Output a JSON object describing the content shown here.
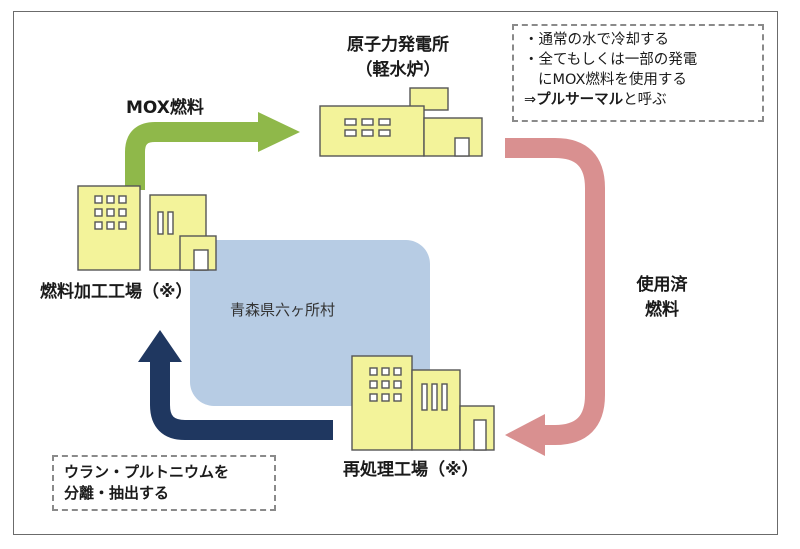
{
  "nodes": {
    "power_plant": {
      "line1": "原子力発電所",
      "line2": "（軽水炉）"
    },
    "fuel_plant": {
      "label": "燃料加工工場（※）"
    },
    "reprocessing_plant": {
      "label": "再処理工場（※）"
    }
  },
  "arrows": {
    "mox_fuel": "MOX燃料",
    "spent_fuel_line1": "使用済",
    "spent_fuel_line2": "燃料"
  },
  "region": {
    "label": "青森県六ヶ所村"
  },
  "note_top": {
    "line1": "・通常の水で冷却する",
    "line2": "・全てもしくは一部の発電",
    "line3": "にMOX燃料を使用する",
    "line4_prefix": "⇒",
    "line4_bold": "プルサーマル",
    "line4_suffix": "と呼ぶ"
  },
  "note_bottom": {
    "line1": "ウラン・プルトニウムを",
    "line2": "分離・抽出する"
  },
  "colors": {
    "building_fill": "#f3f39a",
    "building_stroke": "#555555",
    "region_fill": "#b7cce4",
    "green_arrow": "#8fb84a",
    "pink_arrow": "#d99090",
    "navy_arrow": "#1f3760"
  }
}
